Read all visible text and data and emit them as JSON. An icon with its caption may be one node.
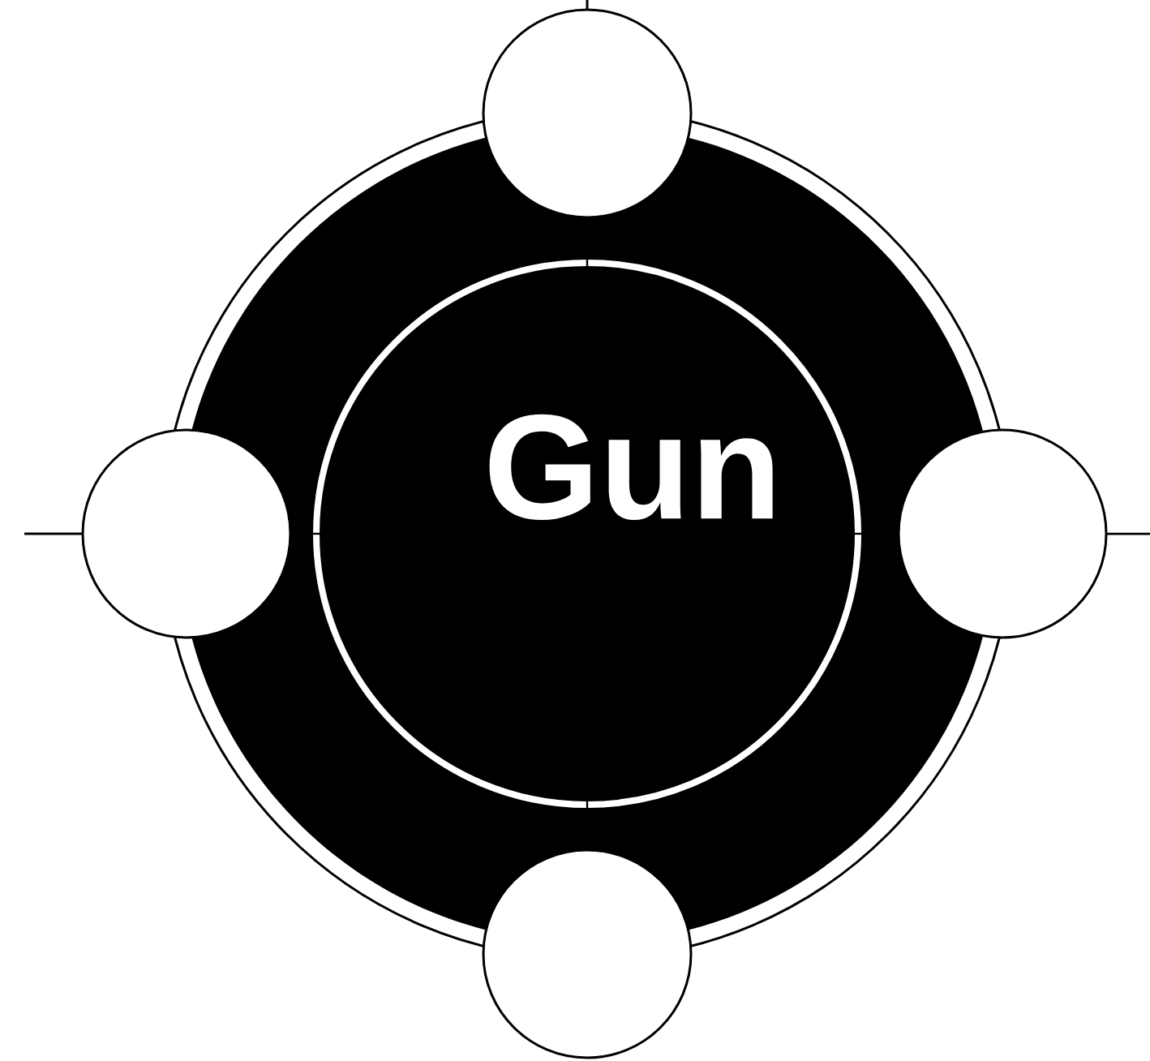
{
  "diagram": {
    "nodes": [
      {
        "text": [
          "Gun"
        ]
      },
      {
        "text": [],
        "shape": "circle"
      },
      {
        "text": [],
        "shape": "circle"
      },
      {
        "text": [],
        "shape": "circle"
      },
      {
        "text": [],
        "shape": "circle"
      }
    ]
  }
}
